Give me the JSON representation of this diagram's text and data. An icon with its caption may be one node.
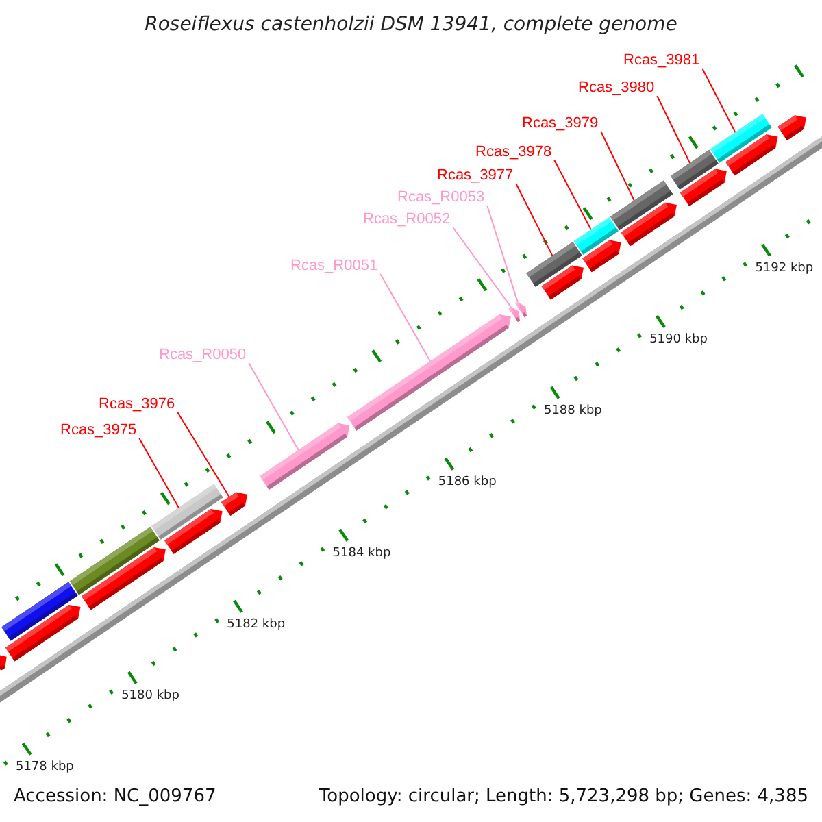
{
  "diagram": {
    "title": "Roseiflexus castenholzii DSM 13941, complete genome",
    "nodes": [
      {
        "text": [
          "Rcas_3981"
        ]
      },
      {
        "text": [
          "Rcas_3980"
        ]
      },
      {
        "text": [
          "Rcas_3979"
        ]
      },
      {
        "text": [
          "Rcas_3978"
        ]
      },
      {
        "text": [
          "Rcas_3977"
        ]
      },
      {
        "text": [
          "Rcas_R0053"
        ]
      },
      {
        "text": [
          "Rcas_R0052"
        ]
      },
      {
        "text": [
          "Rcas_R0051"
        ]
      },
      {
        "text": [
          "Rcas_R0050"
        ]
      },
      {
        "text": [
          "Rcas_3976"
        ]
      },
      {
        "text": [
          "Rcas_3975"
        ]
      },
      {
        "text": [],
        "shape": "bar"
      },
      {
        "text": [],
        "shape": "pentagon"
      },
      {
        "text": [],
        "shape": "pentagon"
      },
      {
        "text": [],
        "shape": "bar"
      },
      {
        "text": [],
        "shape": "pentagon"
      },
      {
        "text": [],
        "shape": "bar"
      },
      {
        "text": [],
        "shape": "pentagon"
      },
      {
        "text": [],
        "shape": "pentagon"
      },
      {
        "text": [],
        "shape": "pentagon"
      },
      {
        "text": [],
        "shape": "pentagon"
      },
      {
        "text": [],
        "shape": "pentagon"
      },
      {
        "text": [],
        "shape": "pentagon"
      },
      {
        "text": [],
        "shape": "bar"
      },
      {
        "text": [],
        "shape": "pentagon"
      },
      {
        "text": [],
        "shape": "pentagon"
      },
      {
        "text": [],
        "shape": "bar"
      },
      {
        "text": [],
        "shape": "bar"
      },
      {
        "text": [],
        "shape": "pentagon"
      },
      {
        "text": [],
        "shape": "pentagon"
      },
      {
        "text": [],
        "shape": "bar"
      },
      {
        "text": [],
        "shape": "bar"
      },
      {
        "text": [],
        "shape": "pentagon"
      },
      {
        "text": [],
        "shape": "pentagon"
      }
    ],
    "edges": [
      {
        "from": 0,
        "to": 31,
        "arrow": "none"
      },
      {
        "from": 1,
        "to": 30,
        "arrow": "none"
      },
      {
        "from": 2,
        "to": 27,
        "arrow": "none"
      },
      {
        "from": 3,
        "to": 26,
        "arrow": "none"
      },
      {
        "from": 4,
        "to": 23,
        "arrow": "none"
      },
      {
        "from": 5,
        "to": 22,
        "arrow": "none",
        "color": "#ff99cc"
      },
      {
        "from": 6,
        "to": 21,
        "arrow": "none",
        "color": "#ff99cc"
      },
      {
        "from": 7,
        "to": 20,
        "arrow": "none",
        "color": "#ff99cc"
      },
      {
        "from": 8,
        "to": 19,
        "arrow": "none",
        "color": "#ff99cc"
      },
      {
        "from": 9,
        "to": 18,
        "arrow": "none"
      },
      {
        "from": 10,
        "to": 16,
        "arrow": "none"
      }
    ],
    "labels": [
      "5192 kbp",
      "5190 kbp",
      "5188 kbp",
      "5186 kbp",
      "5184 kbp",
      "5182 kbp",
      "5180 kbp",
      "5178 kbp",
      "Accession: NC_009767",
      "Topology: circular; Length: 5,723,298 bp; Genes: 4,385"
    ]
  }
}
